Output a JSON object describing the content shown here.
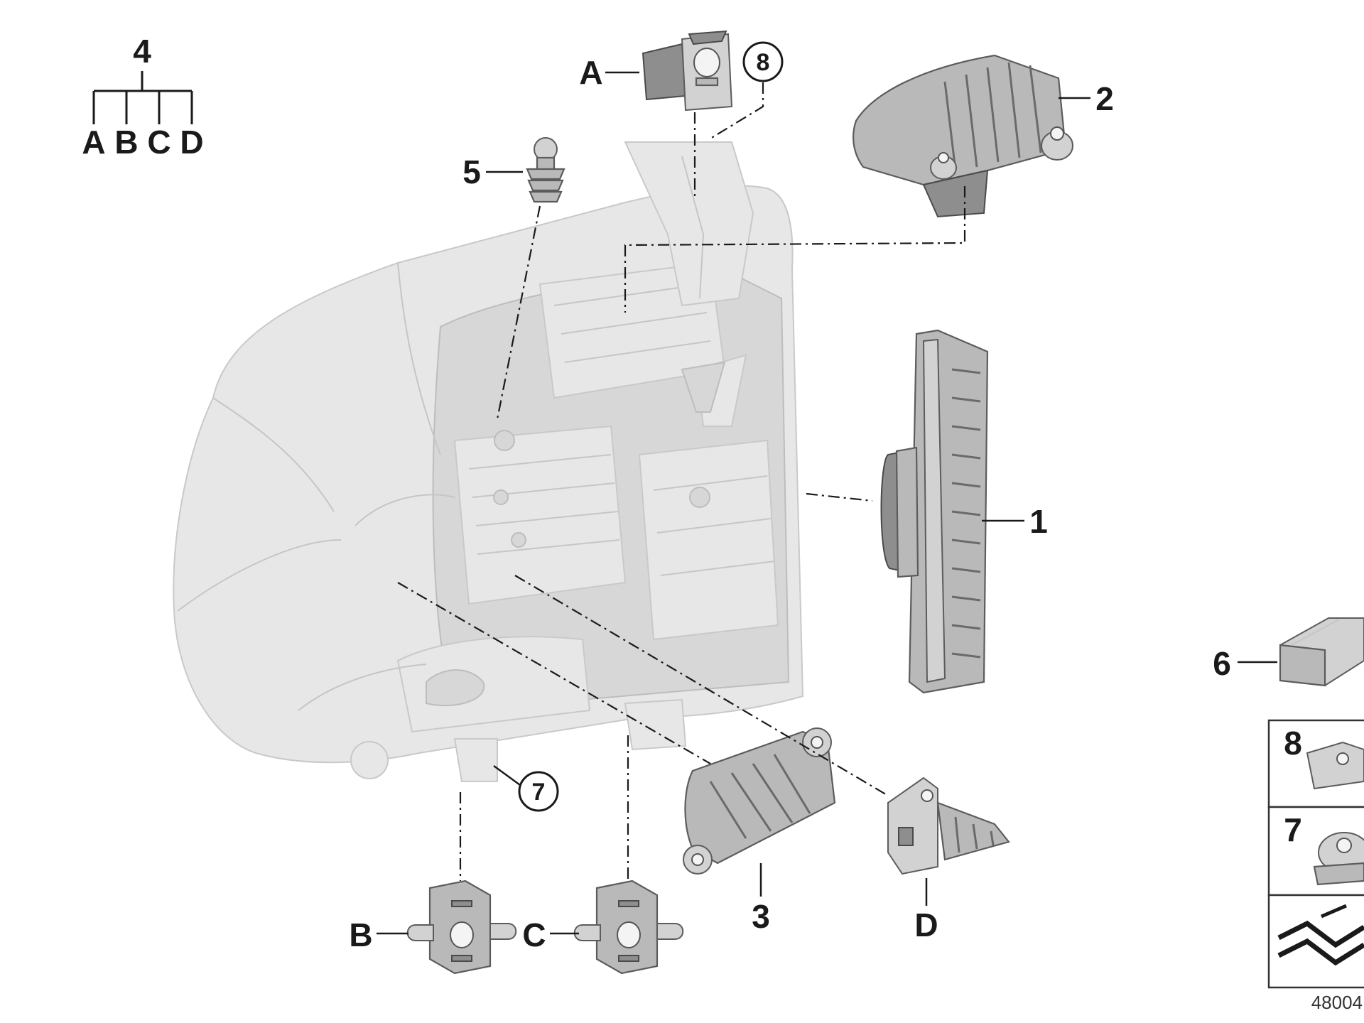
{
  "labels": {
    "l1": "1",
    "l2": "2",
    "l3": "3",
    "l4": "4",
    "l5": "5",
    "l6": "6",
    "l7": "7",
    "l8": "8",
    "la": "A",
    "lb": "B",
    "lc": "C",
    "ld": "D",
    "t_a": "A",
    "t_b": "B",
    "t_c": "C",
    "t_d": "D",
    "box8": "8",
    "box7": "7",
    "ref": "48004"
  }
}
